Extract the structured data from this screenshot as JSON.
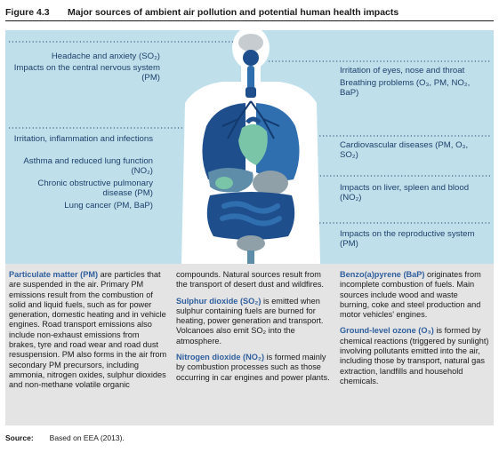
{
  "figure": {
    "number": "Figure 4.3",
    "title": "Major sources of ambient air pollution and potential human health impacts"
  },
  "effects": {
    "left": [
      "Headache and anxiety (SO₂)",
      "Impacts on the central nervous system (PM)",
      "Irritation, inflammation and infections",
      "Asthma and reduced lung function (NO₂)",
      "Chronic obstructive pulmonary disease (PM)",
      "Lung cancer (PM, BaP)"
    ],
    "right": [
      "Irritation of eyes, nose and throat",
      "Breathing problems (O₃, PM, NO₂, BaP)",
      "Cardiovascular diseases (PM, O₃, SO₂)",
      "Impacts on liver, spleen and blood (NO₂)",
      "Impacts on the reproductive system (PM)"
    ]
  },
  "pollutants": {
    "pm": {
      "term": "Particulate matter (PM)",
      "text": " are particles that are suspended in the air. Primary PM emissions result from the combustion of solid and liquid fuels, such as for power generation, domestic heating and in vehicle engines. Road transport emissions also include non-exhaust emissions from brakes, tyre and road wear and road dust resuspension. PM also forms in the air from secondary PM precursors, including ammonia, nitrogen oxides, sulphur dioxides and non-methane volatile organic"
    },
    "pm_cont": "compounds. Natural sources result from the transport of desert dust and wildfires.",
    "so2": {
      "term": "Sulphur dioxide (SO₂)",
      "text": " is emitted when sulphur containing fuels are burned for heating, power generation and transport. Volcanoes also emit SO₂ into the atmosphere."
    },
    "no2": {
      "term": "Nitrogen dioxide (NO₂)",
      "text": " is formed mainly by combustion processes such as those occurring in car engines and power plants."
    },
    "bap": {
      "term": "Benzo(a)pyrene (BaP)",
      "text": " originates from incomplete combustion of fuels. Main sources include wood and waste burning, coke and steel production and motor vehicles' engines."
    },
    "o3": {
      "term": "Ground-level ozone (O₃)",
      "text": " is formed by chemical reactions (triggered by sunlight) involving pollutants emitted into the air, including those by transport, natural gas extraction, landfills and household chemicals."
    }
  },
  "source": {
    "label": "Source:",
    "text": "Based on EEA (2013)."
  },
  "colors": {
    "panel": "#bfe0ea",
    "body_silhouette": "#ffffff",
    "organ_dark": "#1e4f8c",
    "organ_mid": "#2f6fb0",
    "organ_green": "#7ac5a8",
    "organ_grey": "#8fa0a8",
    "info_bg": "#e4e4e4",
    "term": "#2f5f9e"
  }
}
